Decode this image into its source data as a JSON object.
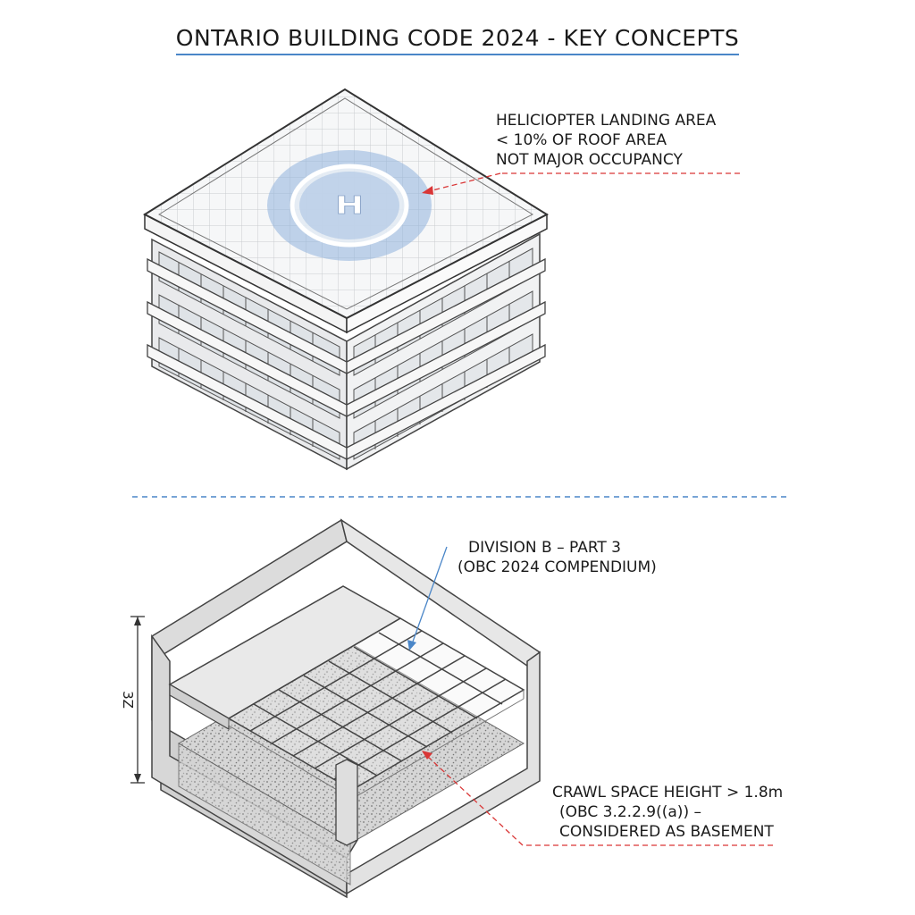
{
  "title": "ONTARIO BUILDING CODE 2024 - KEY CONCEPTS",
  "heliport_note": {
    "lines": [
      "HELICIOPTER LANDING AREA",
      "< 10% OF ROOF AREA",
      "NOT MAJOR OCCUPANCY"
    ],
    "pad_symbol": "H"
  },
  "division_note": {
    "lines": [
      "DIVISION B – PART 3",
      "(OBC 2024 COMPENDIUM)"
    ]
  },
  "crawl_note": {
    "lines": [
      "CRAWL SPACE HEIGHT > 1.8m",
      "(OBC 3.2.2.9((a)) –",
      "CONSIDERED AS BASEMENT"
    ]
  },
  "dimension_label": "3Z",
  "colors": {
    "accent_blue": "#4a86c8",
    "leader_red": "#d93636",
    "heliport_ring": "#8fb2dc"
  }
}
